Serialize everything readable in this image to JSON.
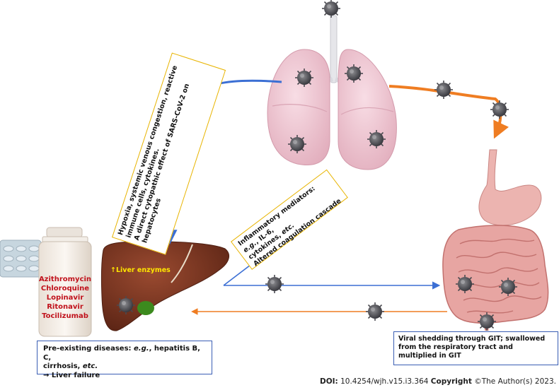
{
  "colors": {
    "blue_arrow": "#3b6fd4",
    "orange_arrow": "#ef7d22",
    "drug_text": "#c0111b",
    "liver": "#7a3722",
    "lung": "#f0c8d3",
    "intestine": "#e7a5a2",
    "box_yellow": "#e8b400",
    "box_blue": "#3a5eb4",
    "liver_enzymes_text": "#ffe600"
  },
  "icons": [
    "virus-icon",
    "lungs-illustration",
    "liver-illustration",
    "intestine-illustration",
    "stomach-illustration",
    "pill-bottle-illustration",
    "blister-pack-illustration"
  ],
  "labels": {
    "liver_mechanism": {
      "line1": "Hypoxia, systemic venous congestion, reactive",
      "line2": "immune cells, cytokines.",
      "line3": "A direct cytopathic effect of SARS-CoV-2 on",
      "line4": "hepatocytes"
    },
    "inflammatory": {
      "line1_prefix": "Inflammatory mediators: ",
      "line1_italic": "e.g.",
      "line1_suffix": ", IL-6,",
      "line2_prefix": "cytokines, ",
      "line2_italic": "etc.",
      "line3": "Altered coagulation cascade"
    },
    "drugs": [
      "Azithromycin",
      "Chloroquine",
      "Lopinavir",
      "Ritonavir",
      "Tocilizumab"
    ],
    "liver_enzymes": "↑Liver enzymes",
    "preexisting": {
      "line1_prefix": "Pre-existing diseases: ",
      "line1_italic": "e.g.",
      "line1_suffix": ", hepatitis B, C,",
      "line2_prefix": "cirrhosis, ",
      "line2_italic": "etc.",
      "line3": "→ Liver failure"
    },
    "viral_shedding": "Viral shedding through GIT; swallowed from the respiratory tract and multiplied in GIT",
    "doi_label": "DOI:",
    "doi_value": "10.4254/wjh.v15.i3.364",
    "copyright_label": "Copyright",
    "copyright_value": "©The Author(s) 2023."
  }
}
